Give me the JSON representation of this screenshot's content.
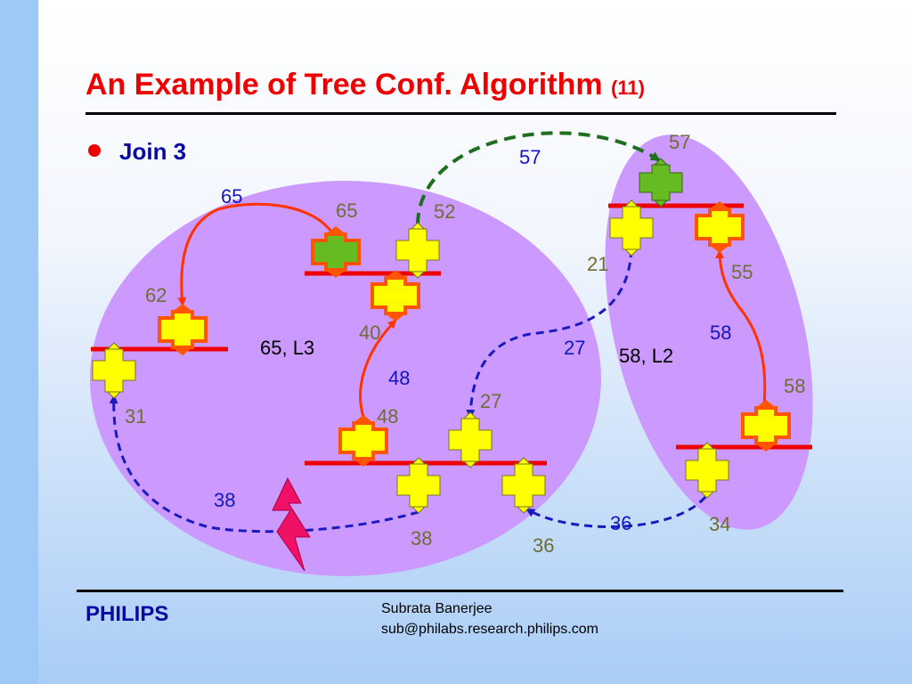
{
  "slide": {
    "title": "An Example of Tree Conf. Algorithm",
    "title_suffix": "(11)",
    "bullet": "Join 3",
    "brand": "PHILIPS",
    "author": "Subrata Banerjee",
    "email": "sub@philabs.research.philips.com"
  },
  "diagram": {
    "group_left_label": "65, L3",
    "group_right_label": "58, L2",
    "node_labels": {
      "n65": "65",
      "n52": "52",
      "n62": "62",
      "n40": "40",
      "n31": "31",
      "n48": "48",
      "n27": "27",
      "n38": "38",
      "n36": "36",
      "n57": "57",
      "n21": "21",
      "n55": "55",
      "n58": "58",
      "n34": "34"
    },
    "edge_labels": {
      "e65": "65",
      "e48": "48",
      "e38": "38",
      "e27": "27",
      "e57": "57",
      "e58": "58",
      "e36": "36"
    },
    "colors": {
      "group_fill": "#cc99ff",
      "bus": "#ee0000",
      "node_yellow": "#ffff00",
      "node_green": "#66bb22",
      "node_border_red": "#ff5500",
      "arrow_red": "#ff3300",
      "arrow_blue_dashed": "#1a1ac0",
      "arrow_green_dashed": "#1e6e1e",
      "lightning": "#ee1166"
    }
  }
}
